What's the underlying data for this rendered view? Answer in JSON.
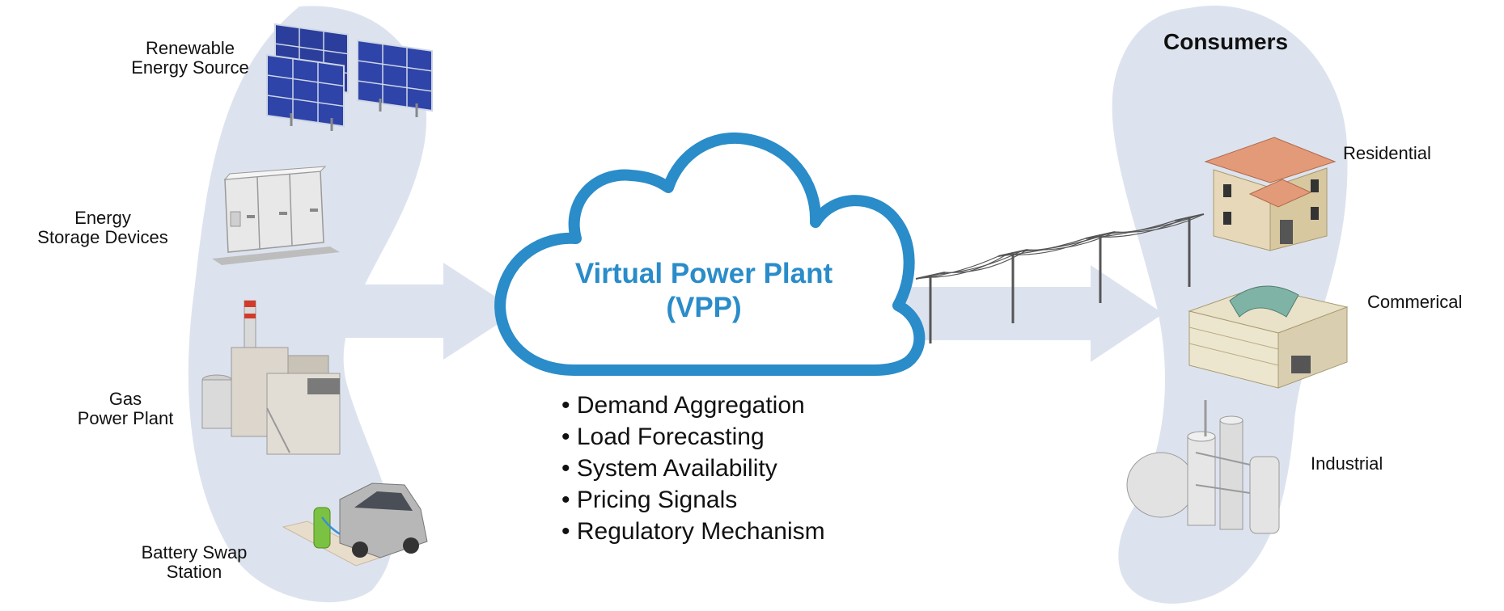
{
  "diagram": {
    "title_line1": "Virtual Power Plant",
    "title_line2": "(VPP)",
    "functions": [
      "Demand Aggregation",
      "Load Forecasting",
      "System Availability",
      "Pricing Signals",
      "Regulatory Mechanism"
    ],
    "sources": [
      {
        "label_lines": [
          "Renewable",
          "Energy Source"
        ],
        "icon": "solar-panel-icon"
      },
      {
        "label_lines": [
          "Energy",
          "Storage Devices"
        ],
        "icon": "storage-cabinet-icon"
      },
      {
        "label_lines": [
          "Gas",
          "Power Plant"
        ],
        "icon": "gas-plant-icon"
      },
      {
        "label_lines": [
          "Battery Swap",
          "Station"
        ],
        "icon": "ev-charging-car-icon"
      }
    ],
    "consumers_title": "Consumers",
    "consumers": [
      {
        "label": "Residential",
        "icon": "house-icon"
      },
      {
        "label": "Commerical",
        "icon": "commercial-building-icon"
      },
      {
        "label": "Industrial",
        "icon": "industrial-plant-icon"
      }
    ],
    "colors": {
      "cloud_stroke": "#2a8cc9",
      "title_text": "#2a8cc9",
      "blob_fill": "#dde3ee",
      "arrow_fill": "#dde3ee"
    }
  }
}
